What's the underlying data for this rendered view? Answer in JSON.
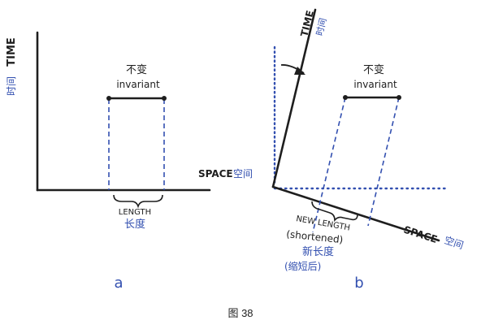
{
  "colors": {
    "ink": "#1e1e1e",
    "blue": "#3350b0",
    "background": "#ffffff"
  },
  "panel_a": {
    "time_label_en": "TIME",
    "time_label_zh": "时间",
    "space_label_en": "SPACE",
    "space_label_zh": "空间",
    "invariant_zh": "不变",
    "invariant_en": "invariant",
    "length_en": "LENGTH",
    "length_zh": "长度",
    "letter": "a"
  },
  "panel_b": {
    "time_label_en": "TIME",
    "time_label_zh": "时间",
    "space_label_en": "SPACE",
    "space_label_zh": "空间",
    "invariant_zh": "不变",
    "invariant_en": "invariant",
    "new_length_en": "NEW LENGTH",
    "shortened_en": "(shortened)",
    "new_length_zh": "新长度",
    "shortened_zh": "(缩短后)",
    "letter": "b"
  },
  "figure_caption": "图 38"
}
